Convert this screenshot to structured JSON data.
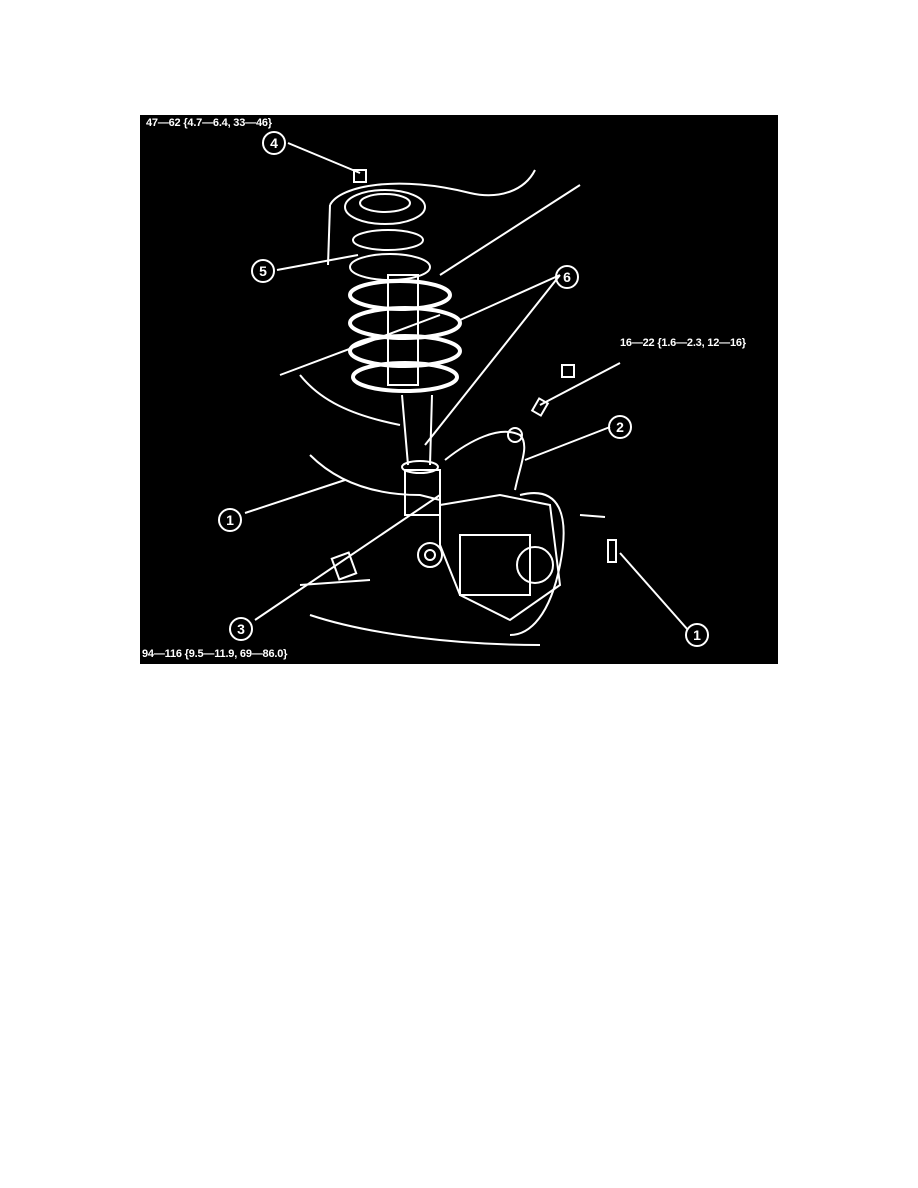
{
  "figure": {
    "torque_specs": {
      "top_nut": "47—62 {4.7—6.4, 33—46}",
      "brake_hose_bolt": "16—22 {1.6—2.3, 12—16}",
      "knuckle_bolt": "94—116 {9.5—11.9, 69—86.0}"
    },
    "callouts": {
      "c4": "4",
      "c5": "5",
      "c6": "6",
      "c2": "2",
      "c1_left": "1",
      "c3": "3",
      "c1_right": "1"
    },
    "colors": {
      "background": "#000000",
      "lines": "#ffffff"
    }
  }
}
